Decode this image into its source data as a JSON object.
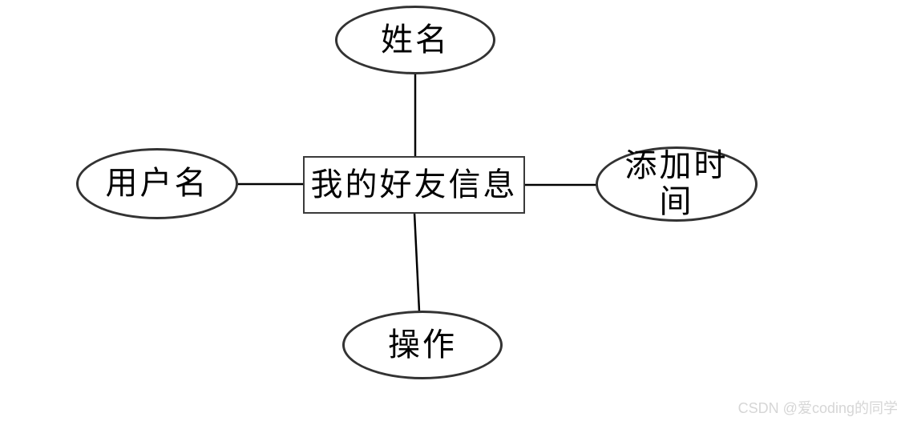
{
  "diagram": {
    "type": "entity-attribute-diagram",
    "center": {
      "label": "我的好友信息",
      "shape": "rectangle"
    },
    "nodes": {
      "top": {
        "label": "姓名",
        "shape": "ellipse",
        "position": "top"
      },
      "left": {
        "label": "用户名",
        "shape": "ellipse",
        "position": "left"
      },
      "right": {
        "label": "添加时间",
        "shape": "ellipse",
        "position": "right"
      },
      "bottom": {
        "label": "操作",
        "shape": "ellipse",
        "position": "bottom"
      }
    },
    "connectors": [
      {
        "from": "center",
        "to": "top"
      },
      {
        "from": "center",
        "to": "left"
      },
      {
        "from": "center",
        "to": "right"
      },
      {
        "from": "center",
        "to": "bottom"
      }
    ]
  },
  "watermark": {
    "text": "CSDN @爱coding的同学"
  },
  "colors": {
    "background": "#ffffff",
    "shape_stroke": "#333333",
    "line_stroke": "#000000",
    "text": "#000000",
    "watermark": "#d6d6d6"
  }
}
